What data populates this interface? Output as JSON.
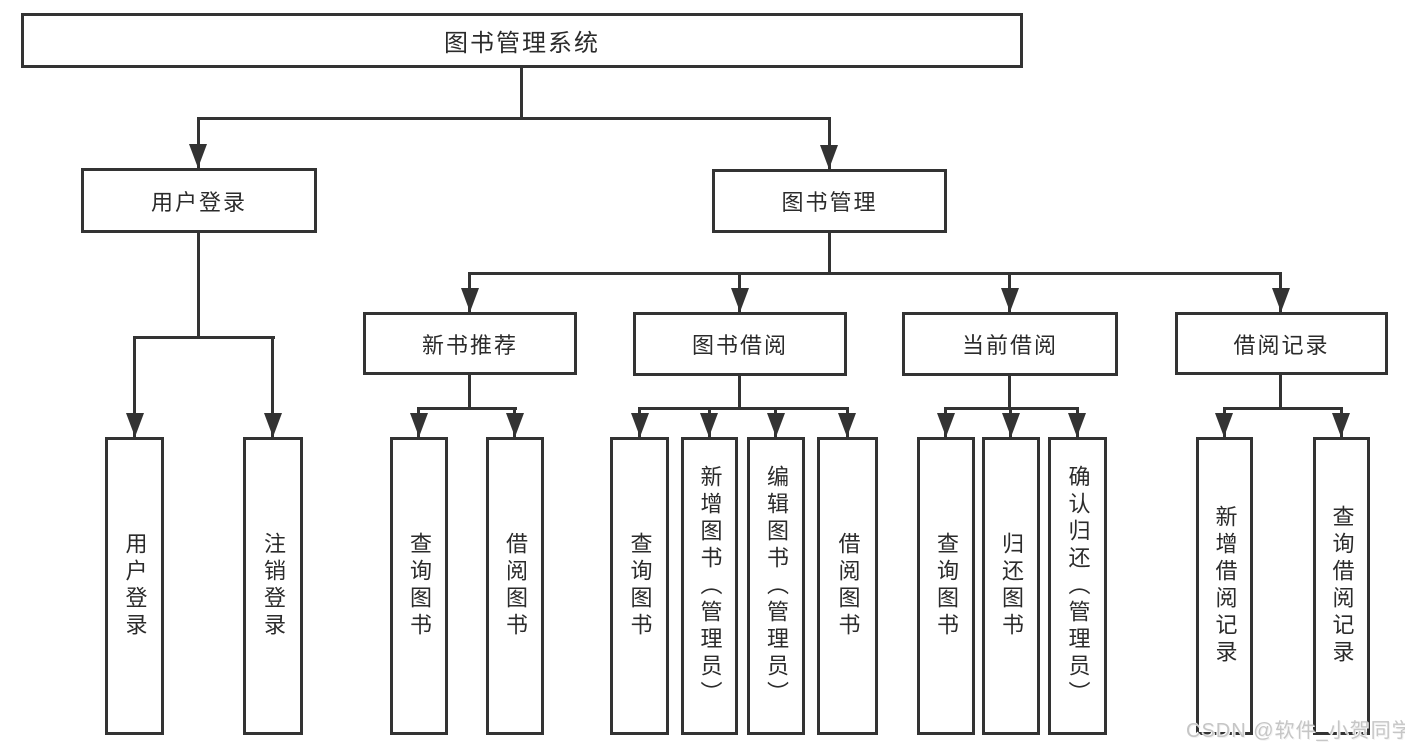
{
  "colors": {
    "line": "#333333",
    "text": "#2b2b2b",
    "background": "#ffffff",
    "watermark": "#c6c6c6"
  },
  "watermark": {
    "text": "CSDN @软件_小贺同学"
  },
  "tree": {
    "root": {
      "label": "图书管理系统"
    },
    "children": [
      {
        "label": "用户登录",
        "children": [
          "用户登录",
          "注销登录"
        ]
      },
      {
        "label": "图书管理",
        "children": [
          {
            "label": "新书推荐",
            "children": [
              "查询图书",
              "借阅图书"
            ]
          },
          {
            "label": "图书借阅",
            "children": [
              "查询图书",
              "新增图书（管理员）",
              "编辑图书（管理员）",
              "借阅图书"
            ]
          },
          {
            "label": "当前借阅",
            "children": [
              "查询图书",
              "归还图书",
              "确认归还（管理员）"
            ]
          },
          {
            "label": "借阅记录",
            "children": [
              "新增借阅记录",
              "查询借阅记录"
            ]
          }
        ]
      }
    ]
  }
}
